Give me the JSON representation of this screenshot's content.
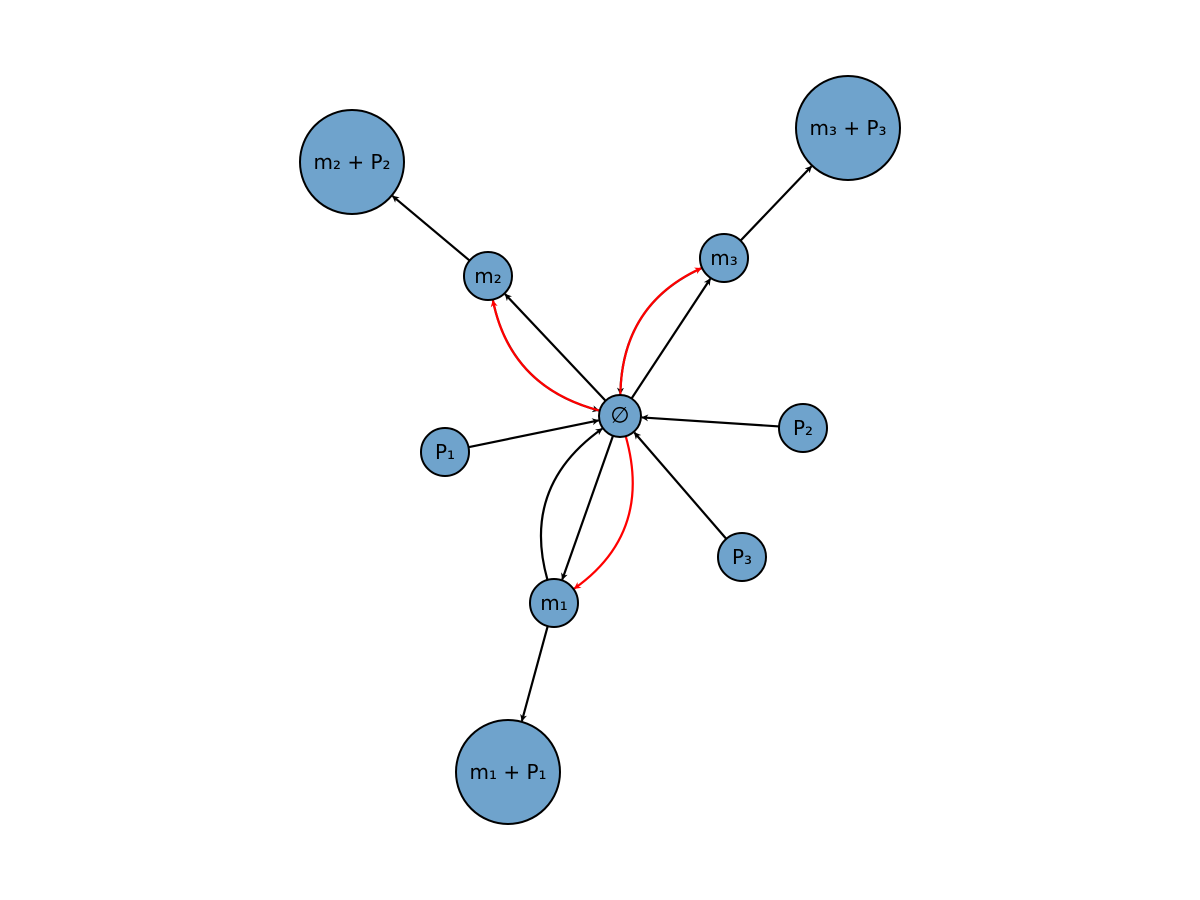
{
  "colors": {
    "node_fill": "#6fa3cc",
    "node_stroke": "#000000",
    "edge_black": "#000000",
    "edge_red": "#ff0000",
    "background": "#ffffff"
  },
  "nodes": {
    "empty": {
      "label": "∅"
    },
    "m1": {
      "label": "m₁"
    },
    "m2": {
      "label": "m₂"
    },
    "m3": {
      "label": "m₃"
    },
    "p1": {
      "label": "P₁"
    },
    "p2": {
      "label": "P₂"
    },
    "p3": {
      "label": "P₃"
    },
    "m1p1": {
      "label": "m₁ + P₁"
    },
    "m2p2": {
      "label": "m₂ + P₂"
    },
    "m3p3": {
      "label": "m₃ + P₃"
    }
  },
  "edges": [
    {
      "id": "p1-to-empty",
      "source": "p1",
      "target": "empty",
      "color": "black",
      "curved": false
    },
    {
      "id": "p2-to-empty",
      "source": "p2",
      "target": "empty",
      "color": "black",
      "curved": false
    },
    {
      "id": "p3-to-empty",
      "source": "p3",
      "target": "empty",
      "color": "black",
      "curved": false
    },
    {
      "id": "empty-to-m1",
      "source": "empty",
      "target": "m1",
      "color": "black",
      "curved": false
    },
    {
      "id": "empty-to-m2",
      "source": "empty",
      "target": "m2",
      "color": "black",
      "curved": false
    },
    {
      "id": "empty-to-m3",
      "source": "empty",
      "target": "m3",
      "color": "black",
      "curved": false
    },
    {
      "id": "m1-to-empty",
      "source": "m1",
      "target": "empty",
      "color": "black",
      "curved": true
    },
    {
      "id": "m2-to-empty",
      "source": "m2",
      "target": "empty",
      "color": "black",
      "curved": true
    },
    {
      "id": "m3-to-empty",
      "source": "m3",
      "target": "empty",
      "color": "black",
      "curved": true
    },
    {
      "id": "empty-to-m1-red",
      "source": "empty",
      "target": "m1",
      "color": "red",
      "curved": true
    },
    {
      "id": "empty-to-m2-red",
      "source": "empty",
      "target": "m2",
      "color": "red",
      "curved": true
    },
    {
      "id": "empty-to-m3-red",
      "source": "empty",
      "target": "m3",
      "color": "red",
      "curved": true
    },
    {
      "id": "m1-to-m1p1",
      "source": "m1",
      "target": "m1p1",
      "color": "black",
      "curved": false
    },
    {
      "id": "m2-to-m2p2",
      "source": "m2",
      "target": "m2p2",
      "color": "black",
      "curved": false
    },
    {
      "id": "m3-to-m3p3",
      "source": "m3",
      "target": "m3p3",
      "color": "black",
      "curved": false
    }
  ]
}
